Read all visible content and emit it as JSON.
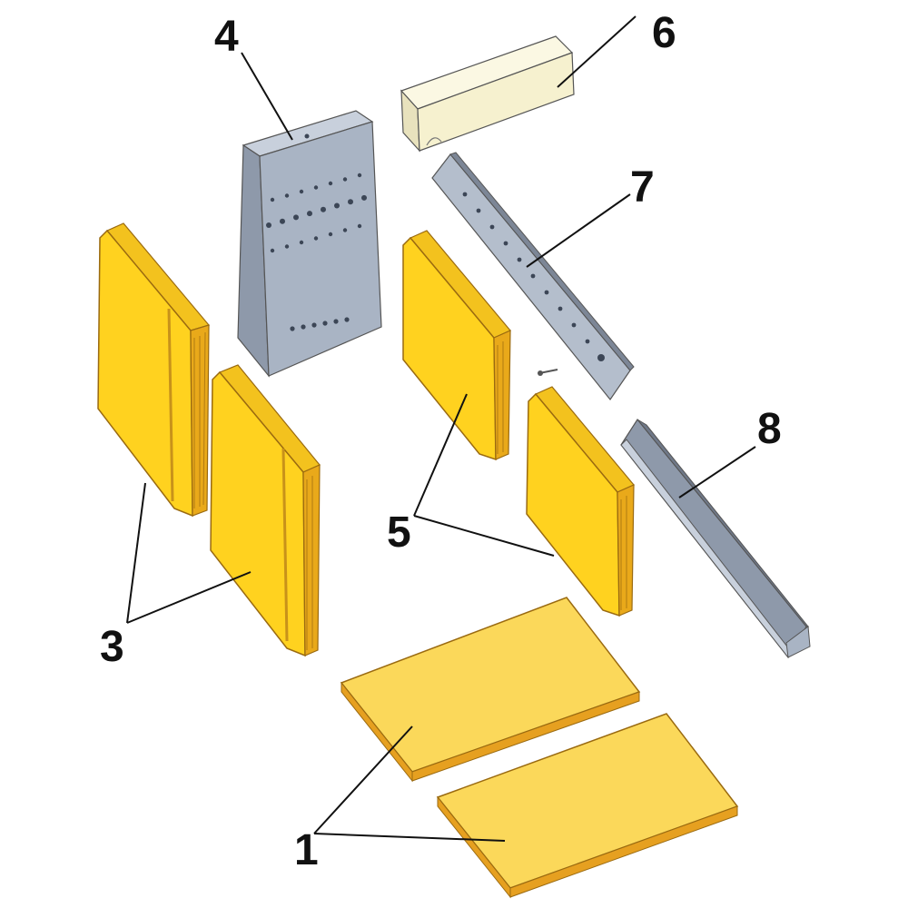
{
  "callouts": {
    "c1": "1",
    "c3": "3",
    "c4": "4",
    "c5": "5",
    "c6": "6",
    "c7": "7",
    "c8": "8"
  },
  "colors": {
    "brick_face": "#FFD21F",
    "brick_side": "#E9A91A",
    "brick_edge": "#9A6A10",
    "plate_face": "#FBD85A",
    "plate_edge": "#E6A020",
    "steel_front": "#A9B4C4",
    "steel_side": "#8E99AA",
    "steel_top": "#C8D0DC",
    "cream_face": "#F6F1CF",
    "cream_top": "#FBF8E3",
    "line": "#111111"
  },
  "icons": [
    "side-brick",
    "rear-baffle-plate",
    "floor-plate",
    "top-cream-brick",
    "perforated-rail",
    "angle-bracket"
  ]
}
